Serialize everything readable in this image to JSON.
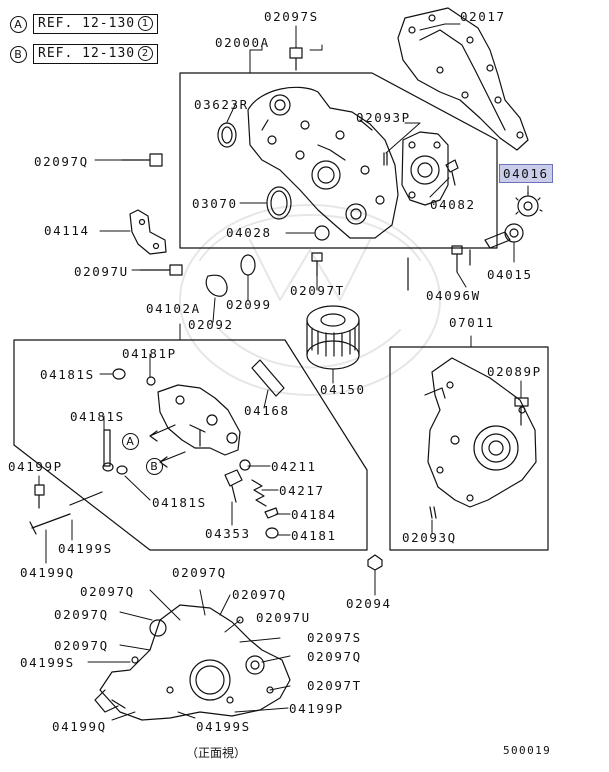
{
  "refs": [
    {
      "letter": "A",
      "text": "REF. 12-130",
      "num": "1"
    },
    {
      "letter": "B",
      "text": "REF. 12-130",
      "num": "2"
    }
  ],
  "parts": {
    "p02097S_top": "02097S",
    "p02017": "02017",
    "p02000A": "02000A",
    "p03623R": "03623R",
    "p02093P": "02093P",
    "p02097Q_left": "02097Q",
    "p04016": "04016",
    "p03070": "03070",
    "p04082": "04082",
    "p04114": "04114",
    "p04028": "04028",
    "p02097U_left": "02097U",
    "p02099": "02099",
    "p02097T_mid": "02097T",
    "p04015": "04015",
    "p04096W": "04096W",
    "p02092": "02092",
    "p04102A": "04102A",
    "p07011": "07011",
    "p04181P": "04181P",
    "p04181S_a": "04181S",
    "p04150": "04150",
    "p02089P": "02089P",
    "p04168": "04168",
    "p04181S_b": "04181S",
    "p04199P_left": "04199P",
    "p04211": "04211",
    "p04217": "04217",
    "p04181S_c": "04181S",
    "p04184": "04184",
    "p04353": "04353",
    "p04181": "04181",
    "p02093Q": "02093Q",
    "p04199S_left": "04199S",
    "p04199Q_left": "04199Q",
    "p02094": "02094",
    "p02097Q_b1": "02097Q",
    "p02097Q_b2": "02097Q",
    "p02097Q_b3": "02097Q",
    "p02097Q_b4": "02097Q",
    "p02097U_b": "02097U",
    "p02097S_b": "02097S",
    "p02097Q_b5": "02097Q",
    "p02097Q_b6": "02097Q",
    "p04199S_b1": "04199S",
    "p02097T_b": "02097T",
    "p04199P_b": "04199P",
    "p04199Q_b": "04199Q",
    "p04199S_b2": "04199S"
  },
  "callouts": {
    "A": "A",
    "B": "B"
  },
  "highlight_color": "#c9cdea",
  "caption": "（正面視）",
  "diagram_code": "500019"
}
